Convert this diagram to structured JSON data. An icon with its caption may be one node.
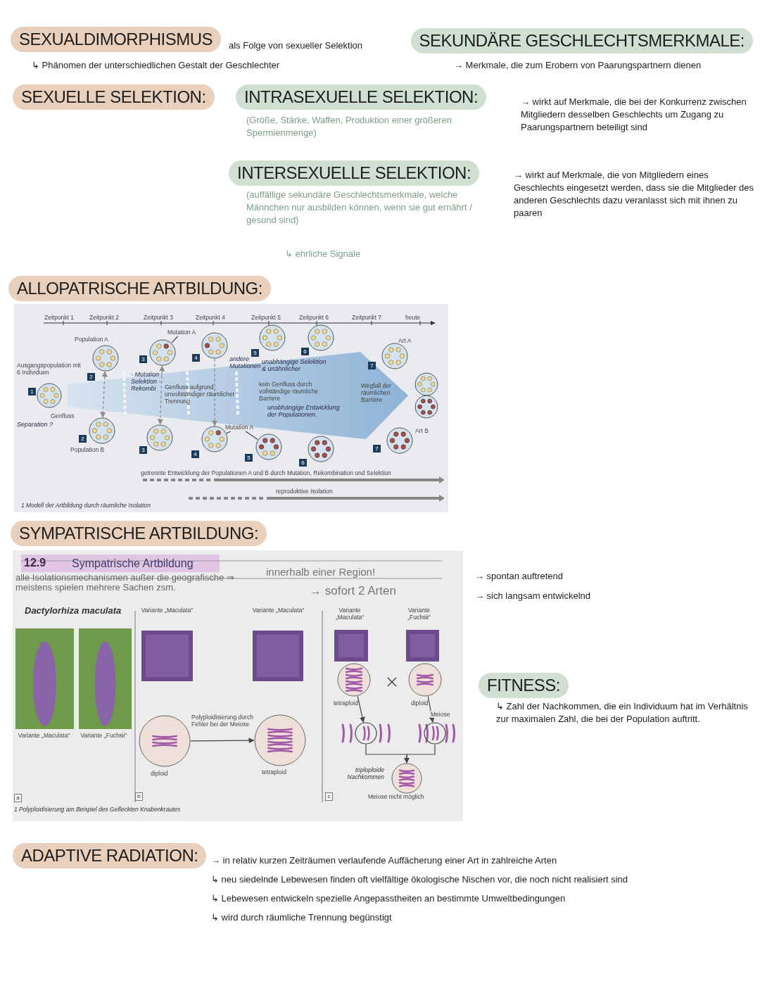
{
  "diagram": {
    "nodes": [
      {
        "text": [
          "SEXUALDIMORPHISMUS"
        ],
        "beside": [
          "als Folge von sexueller Selektion"
        ]
      },
      {
        "text": [
          "SEKUNDÄRE GESCHLECHTSMERKMALE:"
        ]
      },
      {
        "text": [
          "SEXUELLE SELEKTION:"
        ]
      },
      {
        "text": [
          "INTRASEXUELLE SELEKTION:"
        ]
      },
      {
        "text": [
          "INTERSEXUELLE SELEKTION:"
        ]
      },
      {
        "text": [
          "ALLOPATRISCHE ARTBILDUNG:"
        ]
      },
      {
        "text": [],
        "shape": "circle",
        "beside": [
          "Ausgangspopulation mit 6 Individuen",
          "1"
        ]
      },
      {
        "text": [],
        "shape": "circle",
        "beside": [
          "Population A",
          "2"
        ]
      },
      {
        "text": [],
        "shape": "circle",
        "beside": [
          "2",
          "Population B"
        ]
      },
      {
        "text": [],
        "shape": "circle",
        "beside": [
          "3"
        ]
      },
      {
        "text": [],
        "shape": "circle",
        "beside": [
          "3"
        ]
      },
      {
        "text": [],
        "shape": "circle",
        "beside": [
          "4"
        ]
      },
      {
        "text": [],
        "shape": "circle",
        "beside": [
          "4"
        ]
      },
      {
        "text": [],
        "shape": "circle",
        "beside": [
          "5"
        ]
      },
      {
        "text": [],
        "shape": "circle",
        "beside": [
          "5"
        ]
      },
      {
        "text": [],
        "shape": "circle",
        "beside": [
          "6"
        ]
      },
      {
        "text": [],
        "shape": "circle",
        "beside": [
          "6"
        ]
      },
      {
        "text": [],
        "shape": "circle",
        "beside": [
          "Art A",
          "7"
        ]
      },
      {
        "text": [],
        "shape": "circle",
        "beside": [
          "7",
          "Art B"
        ]
      },
      {
        "text": [],
        "shape": "circle"
      },
      {
        "text": [],
        "shape": "circle"
      },
      {
        "text": [
          "Mutation A"
        ]
      },
      {
        "text": [
          "Mutation A"
        ]
      },
      {
        "text": [
          "SYMPATRISCHE ARTBILDUNG:"
        ]
      },
      {
        "text": [],
        "shape": "circle",
        "beside": [
          "diploid"
        ]
      },
      {
        "text": [],
        "shape": "circle",
        "beside": [
          "tetraploid"
        ]
      },
      {
        "text": [],
        "shape": "circle",
        "beside": [
          "tetraploid"
        ]
      },
      {
        "text": [],
        "shape": "circle",
        "beside": [
          "diploid"
        ]
      },
      {
        "text": [],
        "shape": "circle"
      },
      {
        "text": [],
        "shape": "circle"
      },
      {
        "text": [],
        "shape": "circle",
        "beside": [
          "triploploide Nachkommen",
          "Meiose nicht möglich"
        ]
      },
      {
        "text": [
          "FITNESS:"
        ]
      },
      {
        "text": [
          "ADAPTIVE RADIATION:"
        ]
      }
    ],
    "edges": [
      {
        "from": 7,
        "to": 8,
        "arrow": "both",
        "style": "dashed",
        "color": "#8a8a8a"
      },
      {
        "from": 9,
        "to": 10,
        "arrow": "both",
        "style": "dashed",
        "color": "#8a8a8a"
      },
      {
        "from": 11,
        "to": 12,
        "arrow": "to",
        "style": "dashed",
        "color": "#8a8a8a"
      },
      {
        "from": 21,
        "to": 9,
        "arrow": "none"
      },
      {
        "from": 22,
        "to": 12,
        "arrow": "none"
      },
      {
        "from": 22,
        "to": 14,
        "arrow": "none"
      },
      {
        "from": 24,
        "to": 25,
        "arrow": "to",
        "label": "Polyploidisierung durch Fehler bei der Meiose"
      },
      {
        "from": 26,
        "to": 28,
        "arrow": "to"
      },
      {
        "from": 27,
        "to": 29,
        "arrow": "to",
        "label": "Meiose"
      },
      {
        "from": 28,
        "to": 30,
        "arrow": "to"
      },
      {
        "from": 29,
        "to": 30,
        "arrow": "to"
      }
    ],
    "labels": [
      "↳ Phänomen der unterschiedlichen Gestalt der Geschlechter",
      "→ Merkmale, die zum Erobern von Paarungspartnern dienen",
      "(Größe, Stärke, Waffen, Produktion einer größeren Spermienmenge)",
      "→ wirkt auf Merkmale, die bei der Konkurrenz zwischen Mitgliedern desselben Geschlechts um Zugang zu Paarungspartnern beteiligt sind",
      "(auffällige sekundäre Geschlechtsmerkmale, welche Männchen nur ausbilden können, wenn sie gut ernährt / gesund sind)",
      "→ wirkt auf Merkmale, die von Mitgliedern eines Geschlechts eingesetzt werden, dass sie die Mitglieder des anderen Geschlechts dazu veranlasst sich mit ihnen zu paaren",
      "↳ ehrliche Signale",
      "Zeitpunkt 1",
      "Zeitpunkt 2",
      "Zeitpunkt 3",
      "Zeitpunkt 4",
      "Zeitpunkt 5",
      "Zeitpunkt 6",
      "Zeitpunkt 7",
      "heute",
      "Genfluss",
      "Separation ?",
      "- Mutation - Selektion - Rekombi",
      "Genfluss aufgrund unvollständiger räumlicher Trennung",
      "andere Mutationen",
      "unabhängige Selektion & unähnlicher",
      "kein Genfluss durch vollständige räumliche Barriere",
      "unabhängige Entwicklung der Populationen.",
      "Wegfall der räumlichen Barriere",
      "getrennte Entwicklung der Populationen A und B durch Mutation, Rekombination und Selektion",
      "reproduktive Isolation",
      "1 Modell der Artbildung durch räumliche Isolation",
      "12.9",
      "Sympatrische Artbildung",
      "alle Isolationsmechanismen außer die geografische ⇒ meistens spielen mehrere Sachen zsm.",
      "innerhalb einer Region!",
      "→ sofort 2 Arten",
      "Dactylorhiza maculata",
      "Variante „Maculata“",
      "Variante „Fuchsii“",
      "Variante „Maculata“",
      "Variante „Maculata“",
      "Variante „Maculata“",
      "Variante „Fuchsii“",
      "a",
      "b",
      "c",
      "1 Polyploidisierung am Beispiel des Gefleckten Knabenkrautes",
      "→ spontan auftretend",
      "→ sich langsam entwickelnd",
      "↳ Zahl der Nachkommen, die ein Individuum hat im Verhältnis zur maximalen Zahl, die bei der Population auftritt.",
      "→ in relativ kurzen Zeiträumen verlaufende Auffächerung einer Art in zahlreiche Arten",
      "↳ neu siedelnde Lebewesen finden oft vielfältige ökologische Nischen vor, die noch nicht realisiert sind",
      "↳ Lebewesen entwickeln spezielle Angepasstheiten an bestimmte Umweltbedingungen",
      "↳ wird durch räumliche Trennung begünstigt"
    ]
  }
}
